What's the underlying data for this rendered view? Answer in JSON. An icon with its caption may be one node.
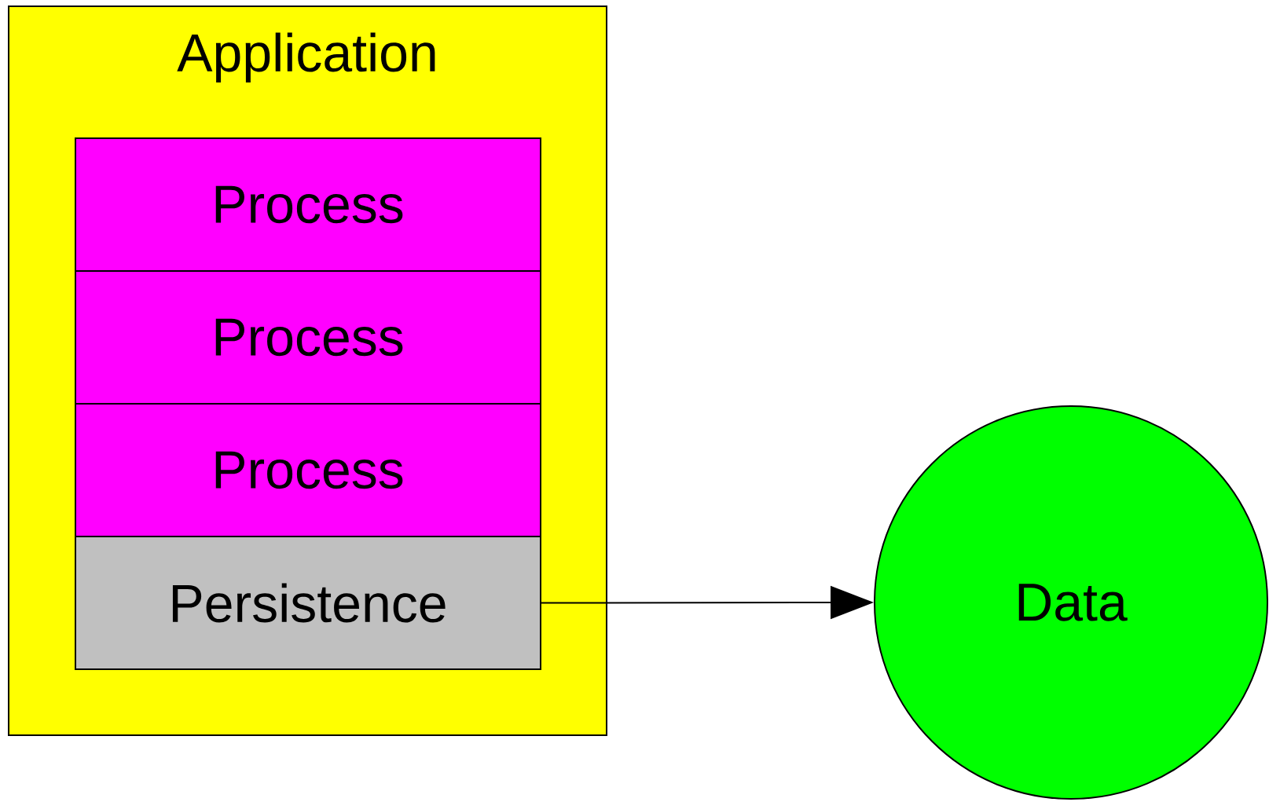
{
  "diagram": {
    "nodes": [
      {
        "text": [
          "Application"
        ]
      },
      {
        "text": [
          "Process"
        ],
        "in": 0
      },
      {
        "text": [
          "Process"
        ],
        "in": 0
      },
      {
        "text": [
          "Process"
        ],
        "in": 0
      },
      {
        "text": [
          "Persistence"
        ],
        "in": 0
      },
      {
        "text": [
          "Data"
        ]
      }
    ],
    "edges": [
      {
        "from": 4,
        "to": 5,
        "arrow": "to"
      }
    ]
  }
}
